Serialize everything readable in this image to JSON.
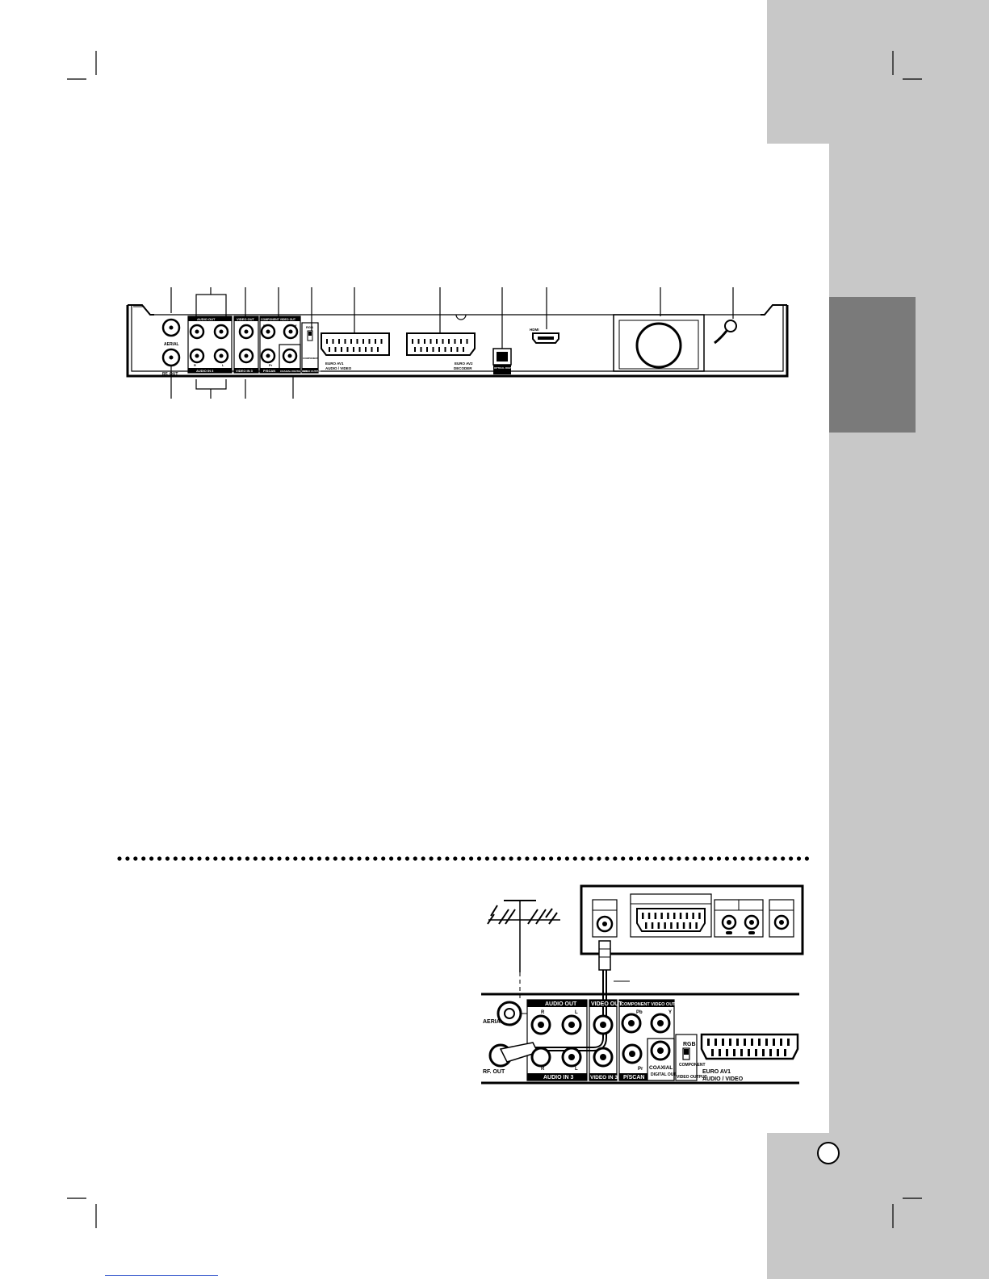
{
  "rear_panel": {
    "labels": {
      "aerial": "AERIAL",
      "rf_out": "RF. OUT",
      "audio_out": "AUDIO OUT",
      "audio_in_3": "AUDIO IN 3",
      "video_out": "VIDEO OUT",
      "video_in_3": "VIDEO IN 3",
      "component_video_out": "COMPONENT VIDEO OUT",
      "progressive_scan": "P/SCAN",
      "coaxial_digital_out": "COAXIAL DIGITAL OUT",
      "rgb": "RGB",
      "component": "COMPONENT",
      "video_output": "VIDEO OUTPUT",
      "euro_av1": "EURO AV1",
      "audio_video": "AUDIO / VIDEO",
      "euro_av2": "EURO AV2",
      "decoder": "DECODER",
      "optical_digital_out": "OPTICAL DIGITAL OUT",
      "hdmi": "HDMI",
      "channel_r": "R",
      "channel_l": "L",
      "pb": "Pb",
      "pr": "Pr",
      "y": "Y"
    }
  },
  "connection_diagram": {
    "labels": {
      "aerial": "AERIAL",
      "rf_out": "RF. OUT",
      "audio_out": "AUDIO OUT",
      "audio_in_3": "AUDIO IN 3",
      "video_out": "VIDEO OUT",
      "video_in_3": "VIDEO IN 3",
      "component_video_out": "COMPONENT VIDEO OUT",
      "progressive_scan": "P/SCAN",
      "coaxial": "COAXIAL",
      "digital_out": "DIGITAL OUT",
      "rgb": "RGB",
      "component": "COMPONENT",
      "video_output": "VIDEO OUTPUT",
      "euro_av1": "EURO AV1",
      "audio_video": "AUDIO / VIDEO",
      "channel_r": "R",
      "channel_l": "L",
      "pb": "Pb",
      "pr": "Pr",
      "y": "Y"
    }
  }
}
